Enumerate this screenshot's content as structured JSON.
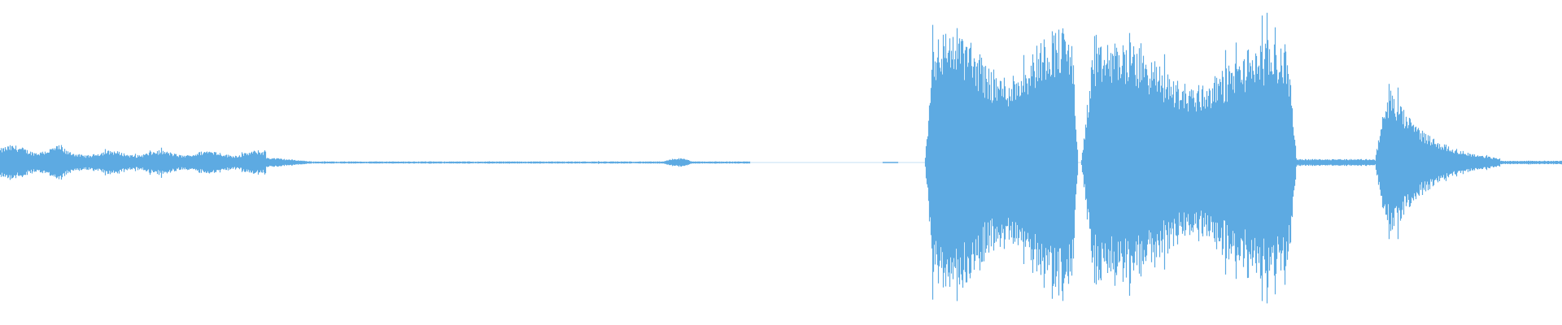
{
  "waveform": {
    "color": "#5DAAE2",
    "background": "#FFFFFF",
    "duration_fraction_segments": [
      {
        "start": 0.0,
        "end": 0.04,
        "amp": 0.1,
        "kind": "noise"
      },
      {
        "start": 0.04,
        "end": 0.17,
        "amp": 0.07,
        "kind": "noise"
      },
      {
        "start": 0.17,
        "end": 0.2,
        "amp": 0.025,
        "kind": "taper"
      },
      {
        "start": 0.2,
        "end": 0.48,
        "amp": 0.006,
        "kind": "flat"
      },
      {
        "start": 0.423,
        "end": 0.445,
        "amp": 0.025,
        "kind": "blip"
      },
      {
        "start": 0.56,
        "end": 0.575,
        "amp": 0.004,
        "kind": "flat"
      },
      {
        "start": 0.592,
        "end": 0.69,
        "amp": 0.78,
        "kind": "burst"
      },
      {
        "start": 0.692,
        "end": 0.83,
        "amp": 0.7,
        "kind": "burst"
      },
      {
        "start": 0.83,
        "end": 0.88,
        "amp": 0.02,
        "kind": "flat"
      },
      {
        "start": 0.88,
        "end": 0.96,
        "amp": 0.45,
        "kind": "decay"
      },
      {
        "start": 0.96,
        "end": 1.0,
        "amp": 0.01,
        "kind": "flat"
      }
    ]
  }
}
